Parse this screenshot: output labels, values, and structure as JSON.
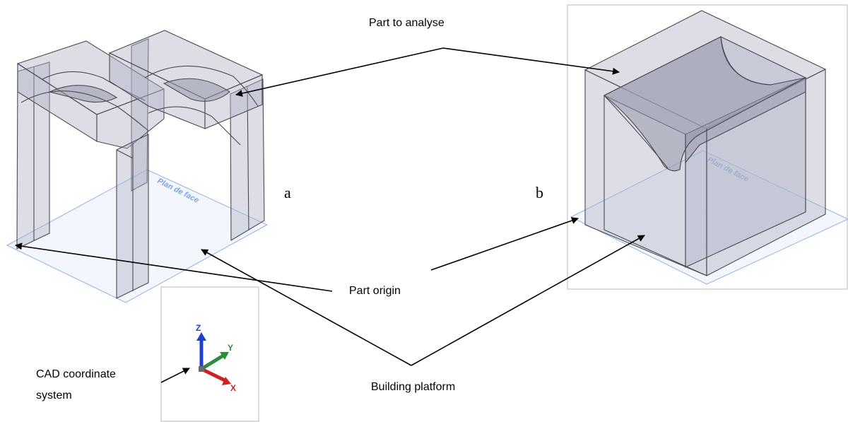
{
  "labels": {
    "part_to_analyse": "Part to analyse",
    "part_origin": "Part origin",
    "building_platform": "Building platform",
    "cad_line1": "CAD coordinate",
    "cad_line2": "system",
    "panel_a": "a",
    "panel_b": "b"
  },
  "plane_text": {
    "a": "Plan de face",
    "b": "Plan de face"
  },
  "axes": {
    "z": "Z",
    "y": "Y",
    "x": "X"
  },
  "colors": {
    "axis_z": "#1f3fd0",
    "axis_y": "#2e8b3a",
    "axis_x": "#d02020",
    "plane": "#8fb2ec"
  }
}
